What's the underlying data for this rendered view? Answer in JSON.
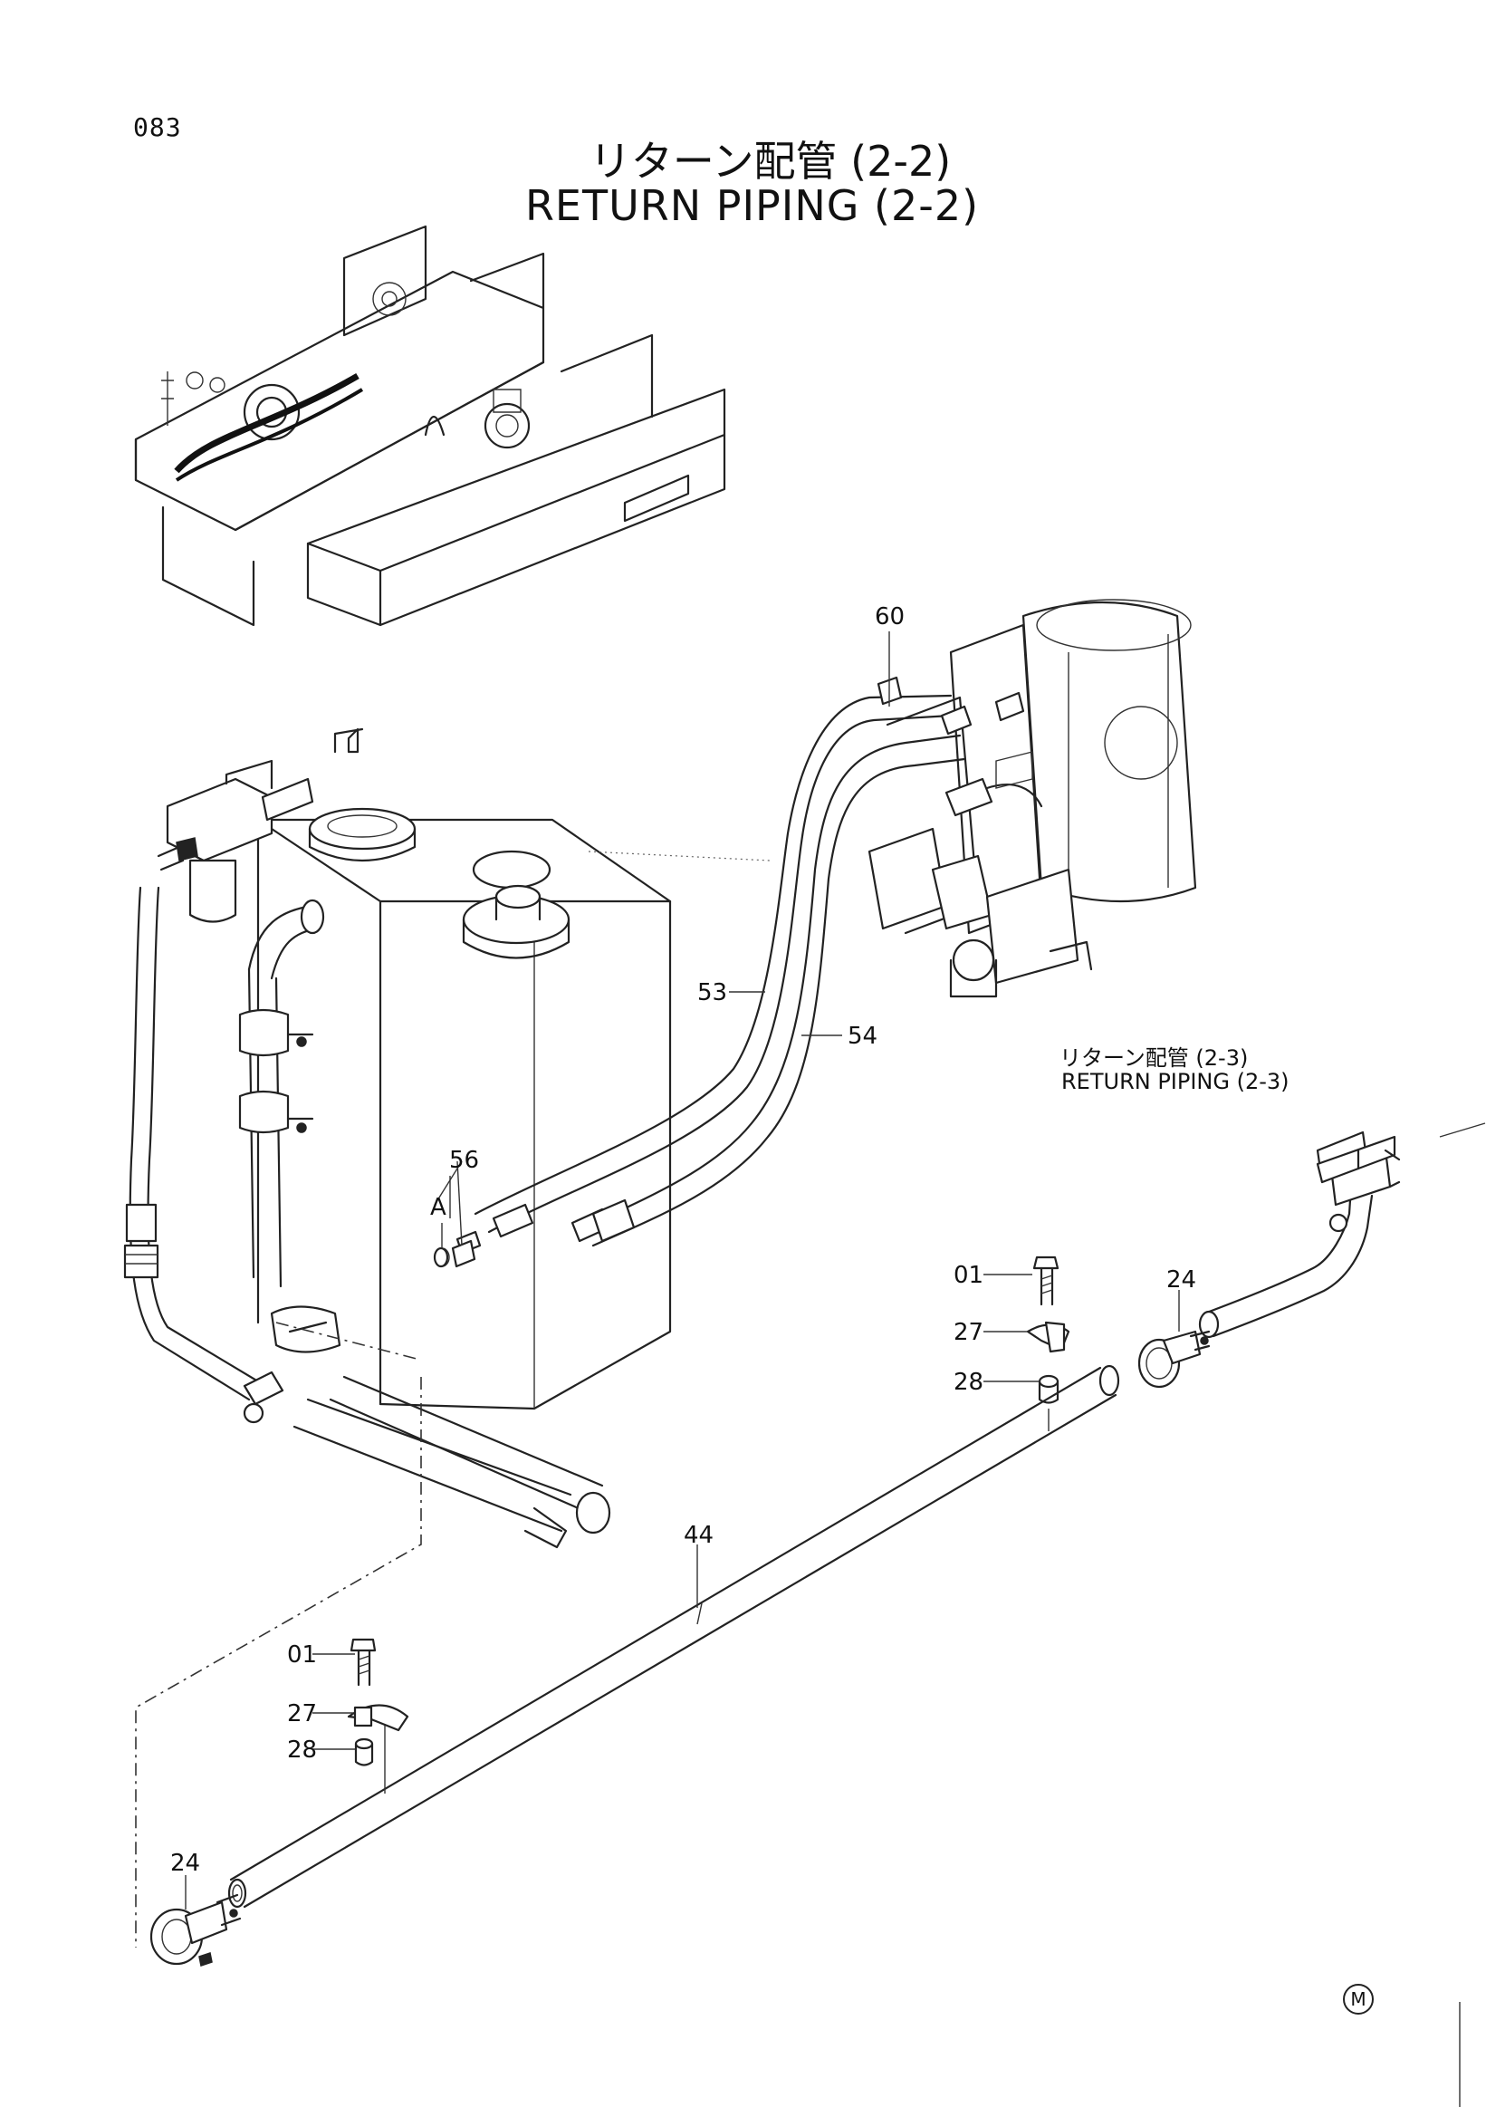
{
  "page": {
    "number": "083"
  },
  "title": {
    "japanese": "リターン配管 (2-2)",
    "english": "RETURN PIPING (2-2)"
  },
  "reference": {
    "japanese": "リターン配管 (2-3)",
    "english": "RETURN PIPING (2-3)"
  },
  "callouts": {
    "c60": "60",
    "c53": "53",
    "c54": "54",
    "c56": "56",
    "cA": "A",
    "c01a": "01",
    "c27a": "27",
    "c28a": "28",
    "c24a": "24",
    "c44": "44",
    "c01b": "01",
    "c27b": "27",
    "c28b": "28",
    "c24b": "24"
  },
  "mark": "M"
}
